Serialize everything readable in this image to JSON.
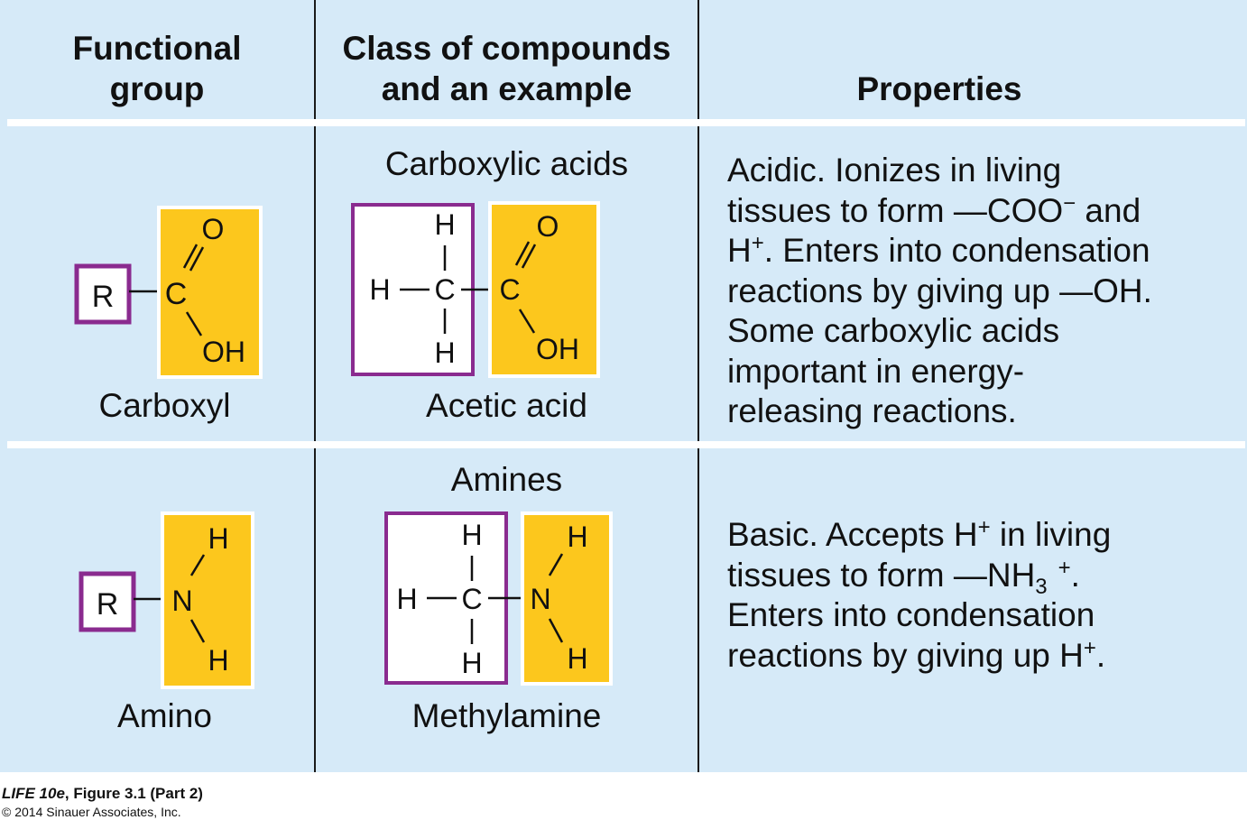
{
  "headers": {
    "col1_line1": "Functional",
    "col1_line2": "group",
    "col2_line1": "Class of compounds",
    "col2_line2": "and an example",
    "col3": "Properties"
  },
  "rows": [
    {
      "group_name": "Carboxyl",
      "class_name": "Carboxylic acids",
      "example_name": "Acetic acid",
      "group_atoms": {
        "r": "R",
        "c": "C",
        "o": "O",
        "oh": "OH"
      },
      "example_atoms": {
        "h_top": "H",
        "h_left": "H",
        "c1": "C",
        "h_bottom": "H",
        "c2": "C",
        "o": "O",
        "oh": "OH"
      },
      "properties": {
        "line1": "Acidic. Ionizes in living",
        "line2_a": "tissues to form —COO",
        "line2_sup": "−",
        "line2_b": " and",
        "line3_a": "H",
        "line3_sup": "+",
        "line3_b": ". Enters into condensation",
        "line4": "reactions by giving up —OH.",
        "line5": "Some carboxylic acids",
        "line6": "important in energy-",
        "line7": "releasing reactions."
      }
    },
    {
      "group_name": "Amino",
      "class_name": "Amines",
      "example_name": "Methylamine",
      "group_atoms": {
        "r": "R",
        "n": "N",
        "h_top": "H",
        "h_bottom": "H"
      },
      "example_atoms": {
        "h_top": "H",
        "h_left": "H",
        "c": "C",
        "h_bottom": "H",
        "n": "N",
        "nh_top": "H",
        "nh_bottom": "H"
      },
      "properties": {
        "line1_a": "Basic. Accepts H",
        "line1_sup": "+",
        "line1_b": " in living",
        "line2_a": "tissues to form —NH",
        "line2_sub": "3",
        "line2_sup": "+",
        "line2_b": ".",
        "line3": "Enters into condensation",
        "line4_a": "reactions by giving up H",
        "line4_sup": "+",
        "line4_b": "."
      }
    }
  ],
  "caption": {
    "book": "LIFE 10e",
    "figure": ", Figure 3.1 (Part 2)",
    "copyright": "© 2014 Sinauer Associates, Inc."
  },
  "colors": {
    "background": "#d6eaf8",
    "functional_group_fill": "#fcc71d",
    "r_group_border": "#8a2b8f",
    "divider": "#1a1a1a"
  }
}
